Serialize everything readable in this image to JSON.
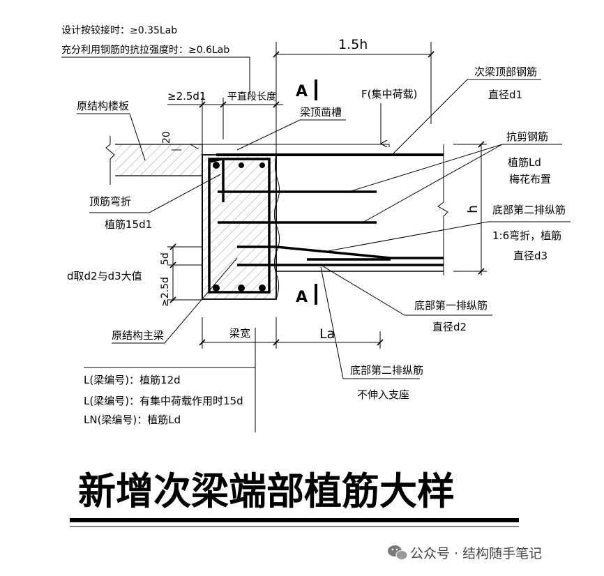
{
  "title": "新增次梁端部植筋大样",
  "watermark": {
    "text": "公众号 · 结构随手笔记",
    "icon": "wechat-icon"
  },
  "section_marks": [
    "A",
    "A"
  ],
  "notes": {
    "anchor_hinge": "设计按铰接时：≥0.35Lab",
    "anchor_full": "充分利用钢筋的抗拉强度时：≥0.6Lab"
  },
  "dimensions": {
    "top_span": "1.5h",
    "min_edge": "≥2.5d1",
    "straight_len": "平直段长度",
    "slab_20": "20",
    "beam_width": "梁宽",
    "la": "La",
    "h": "h",
    "d5": "5d",
    "d25": "≥2.5d"
  },
  "labels": {
    "orig_slab": "原结构楼板",
    "load_f": "F(集中荷载)",
    "groove": "梁顶凿槽",
    "sec_top_bar": "次梁顶部钢筋",
    "dia_d1": "直径d1",
    "shear": "抗剪钢筋",
    "shear_ld": "植筋Ld",
    "shear_arr": "梅花布置",
    "top_bend": "顶筋弯折",
    "top_bend_2": "植筋15d1",
    "row2": "底部第二排纵筋",
    "row2_bend": "1:6弯折，植筋",
    "row2_dia": "直径d3",
    "d_take": "d取d2与d3大值",
    "row1": "底部第一排纵筋",
    "row1_dia": "直径d2",
    "orig_beam": "原结构主梁",
    "row2b": "底部第二排纵筋",
    "row2b_note": "不伸入支座",
    "beam_l1": "L(梁编号)：植筋12d",
    "beam_l2": "L(梁编号)：有集中荷载作用时15d",
    "beam_l3": "LN(梁编号)：植筋Ld"
  }
}
